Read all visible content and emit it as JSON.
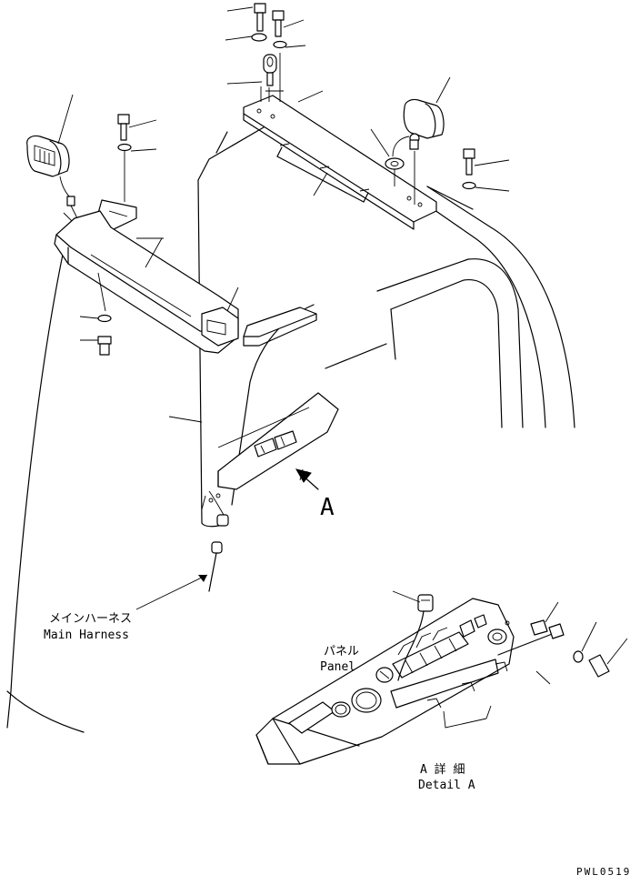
{
  "labels": {
    "main_harness_jp": "メインハーネス",
    "main_harness_en": "Main Harness",
    "panel_jp": "パネル",
    "panel_en": "Panel",
    "view_marker": "A",
    "detail_jp": "A 詳 細",
    "detail_en": "Detail A",
    "drawing_number": "PWL0519"
  }
}
